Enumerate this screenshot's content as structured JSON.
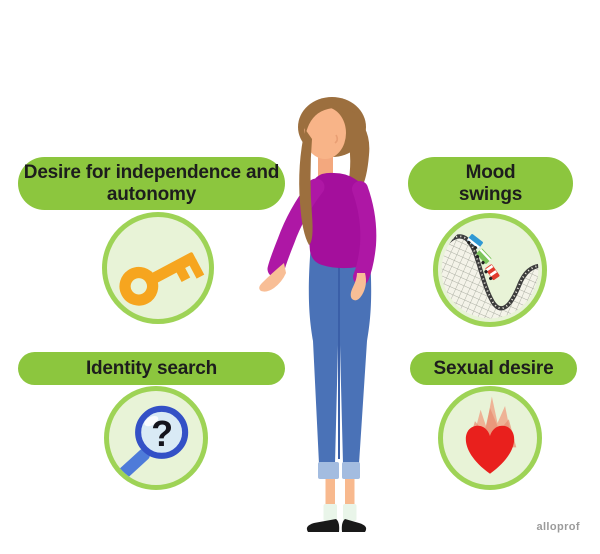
{
  "page": {
    "background": "#FFFFFF"
  },
  "features": [
    {
      "label": "Desire for independence and autonomy",
      "icon": "key-icon"
    },
    {
      "label": "Mood swings",
      "icon": "roller-coaster-icon"
    },
    {
      "label": "Identity search",
      "icon": "magnifying-glass-question-icon"
    },
    {
      "label": "Sexual desire",
      "icon": "flaming-heart-icon"
    }
  ],
  "magnifier_glyph": "?",
  "center_figure": {
    "name": "teen-girl-illustration",
    "colors": {
      "hair": "#9C6F3E",
      "skin": "#F8B488",
      "sweater": "#A40F9C",
      "sleeves": "#AE17A5",
      "jeans": "#4A72B7",
      "jean_cuffs": "#A3BCE0",
      "socks": "#E9F5E9",
      "shoes": "#191919"
    }
  },
  "watermark": {
    "label": "alloprof"
  },
  "colors": {
    "pill_green": "#8CC63E",
    "circle_ring_green": "#9ED356",
    "circle_fill_green": "#E8F3D7",
    "label_text": "#1D1D1D",
    "key_orange": "#F6A51F",
    "magnifier_rim_blue": "#3350C6",
    "magnifier_lens_blue": "#D9EAF5",
    "magnifier_handle_blue": "#4E7BD9",
    "heart_red": "#E9201D",
    "flame_salmon": "#EFA286",
    "coaster_track_gray": "#3C3C3C",
    "car_blue": "#2F99D4",
    "car_green": "#7CC45B",
    "car_red": "#E23A2C"
  }
}
